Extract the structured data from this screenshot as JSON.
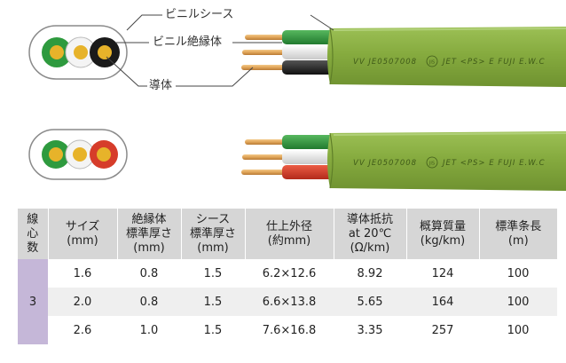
{
  "callouts": {
    "sheath": "ビニルシース",
    "insulation": "ビニル絶縁体",
    "conductor": "導体"
  },
  "cable_print": {
    "prefix": "VV JE0507008",
    "jis_mark": "JIS",
    "suffix": "JET <PS> E FUJI E.W.C"
  },
  "colors": {
    "sheath": "#c9ccc9",
    "green": "#2e9a3e",
    "white": "#f2f2f2",
    "black": "#1a1a1a",
    "red": "#d63c2a",
    "copper": "#e7b36a",
    "conductor_dot": "#e7b32a",
    "cable_green": "#8ab043",
    "header_bg": "#d6d6d6",
    "cores_bg": "#c5b7d8"
  },
  "table": {
    "headers": [
      [
        "線",
        "心",
        "数"
      ],
      [
        "サイズ",
        "(mm)"
      ],
      [
        "絶縁体",
        "標準厚さ",
        "(mm)"
      ],
      [
        "シース",
        "標準厚さ",
        "(mm)"
      ],
      [
        "仕上外径",
        "(約mm)"
      ],
      [
        "導体抵抗",
        "at 20℃",
        "(Ω/km)"
      ],
      [
        "概算質量",
        "(kg/km)"
      ],
      [
        "標準条長",
        "(m)"
      ]
    ],
    "cores": "3",
    "rows": [
      [
        "1.6",
        "0.8",
        "1.5",
        "6.2×12.6",
        "8.92",
        "124",
        "100"
      ],
      [
        "2.0",
        "0.8",
        "1.5",
        "6.6×13.8",
        "5.65",
        "164",
        "100"
      ],
      [
        "2.6",
        "1.0",
        "1.5",
        "7.6×16.8",
        "3.35",
        "257",
        "100"
      ]
    ]
  }
}
